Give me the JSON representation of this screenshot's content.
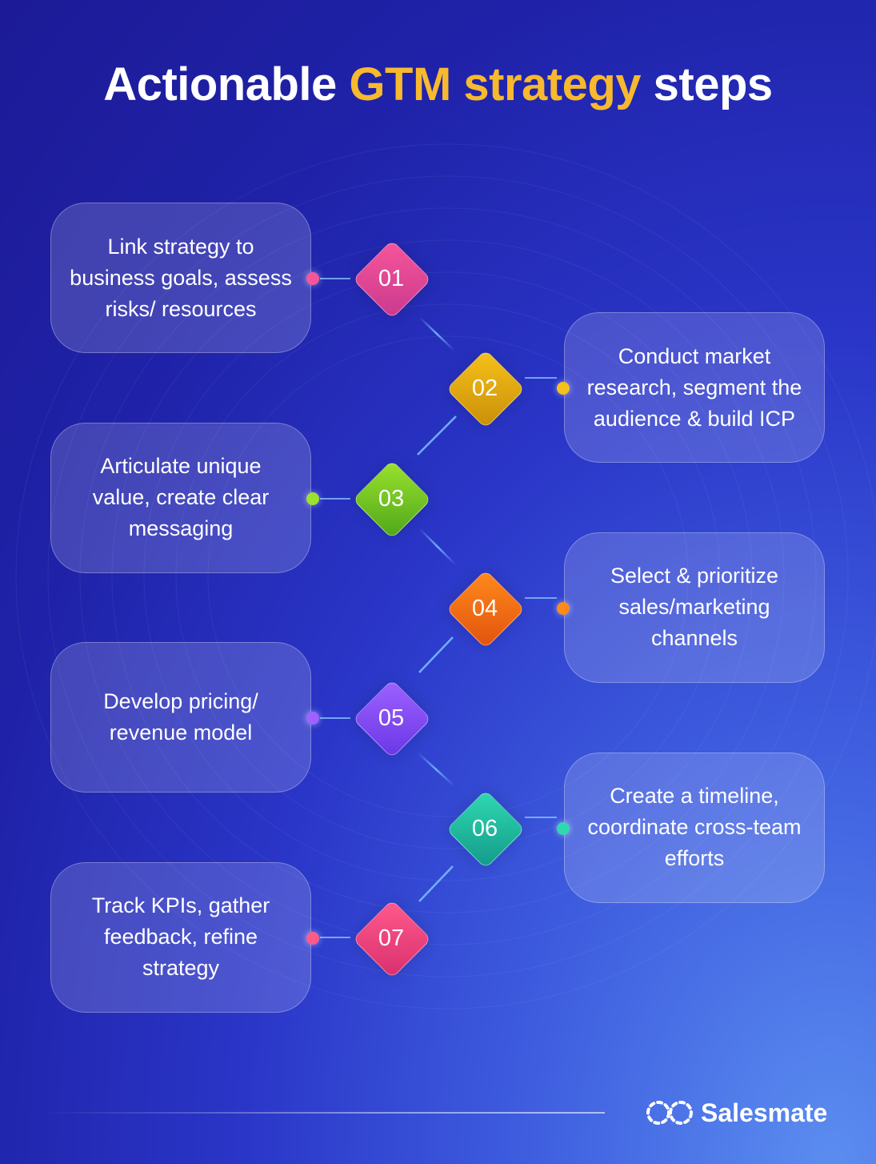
{
  "title": {
    "prefix": "Actionable ",
    "highlight": "GTM strategy",
    "suffix": " steps",
    "highlight_color": "#f7b92e"
  },
  "steps": [
    {
      "number": "01",
      "text": "Link strategy to business goals, assess risks/ resources",
      "side": "left",
      "color_from": "#f7559a",
      "color_to": "#c93a8e"
    },
    {
      "number": "02",
      "text": "Conduct market research, segment the audience & build ICP",
      "side": "right",
      "color_from": "#f6c21a",
      "color_to": "#c98e08"
    },
    {
      "number": "03",
      "text": "Articulate unique value, create clear messaging",
      "side": "left",
      "color_from": "#9be22e",
      "color_to": "#4ea61a"
    },
    {
      "number": "04",
      "text": "Select & prioritize sales/marketing channels",
      "side": "right",
      "color_from": "#ff8a1c",
      "color_to": "#e1520e"
    },
    {
      "number": "05",
      "text": "Develop pricing/ revenue model",
      "side": "left",
      "color_from": "#9d62ff",
      "color_to": "#6a36e6"
    },
    {
      "number": "06",
      "text": "Create a timeline, coordinate cross-team efforts",
      "side": "right",
      "color_from": "#2fd9b0",
      "color_to": "#139a8a"
    },
    {
      "number": "07",
      "text": "Track KPIs, gather feedback, refine strategy",
      "side": "left",
      "color_from": "#ff5a8c",
      "color_to": "#d9306e"
    }
  ],
  "logo": {
    "text": "Salesmate",
    "icon": "salesmate-logo-icon"
  }
}
